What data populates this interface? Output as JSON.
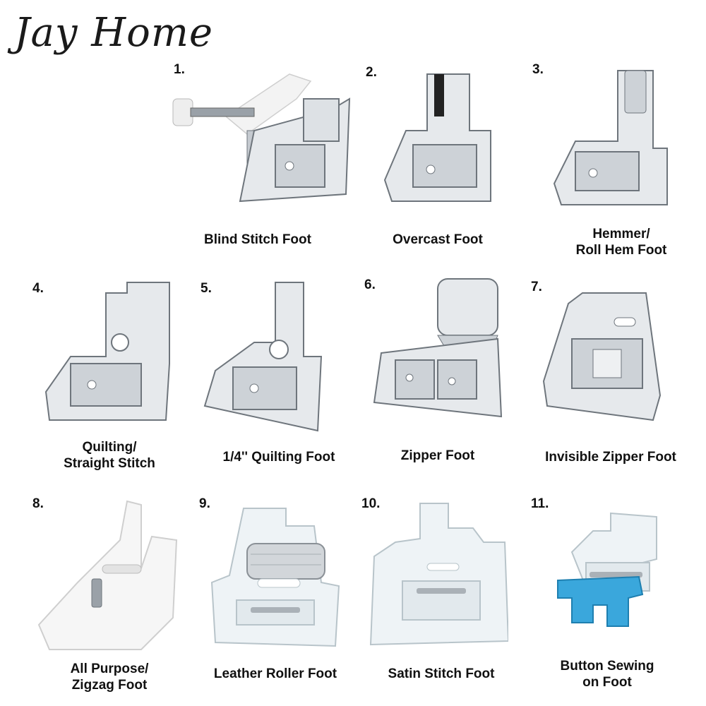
{
  "brand": "Jay Home",
  "feet": [
    {
      "number": "1.",
      "name": "Blind Stitch Foot",
      "material": "metal"
    },
    {
      "number": "2.",
      "name": "Overcast Foot",
      "material": "metal"
    },
    {
      "number": "3.",
      "name": "Hemmer/\nRoll Hem Foot",
      "material": "metal"
    },
    {
      "number": "4.",
      "name": "Quilting/\nStraight Stitch",
      "material": "metal"
    },
    {
      "number": "5.",
      "name": "1/4'' Quilting Foot",
      "material": "metal"
    },
    {
      "number": "6.",
      "name": "Zipper Foot",
      "material": "metal"
    },
    {
      "number": "7.",
      "name": "Invisible Zipper Foot",
      "material": "metal"
    },
    {
      "number": "8.",
      "name": "All Purpose/\nZigzag Foot",
      "material": "white"
    },
    {
      "number": "9.",
      "name": "Leather Roller Foot",
      "material": "clear"
    },
    {
      "number": "10.",
      "name": "Satin Stitch Foot",
      "material": "clear"
    },
    {
      "number": "11.",
      "name": "Button Sewing\non Foot",
      "material": "clear-blue"
    }
  ],
  "colors": {
    "metal_light": "#f4f6f8",
    "metal_mid": "#b9bfc6",
    "metal_dark": "#6e757c",
    "white_plastic": "#f6f6f6",
    "clear_plastic": "#e9f0f3",
    "blue_tab": "#3aa7dc"
  }
}
